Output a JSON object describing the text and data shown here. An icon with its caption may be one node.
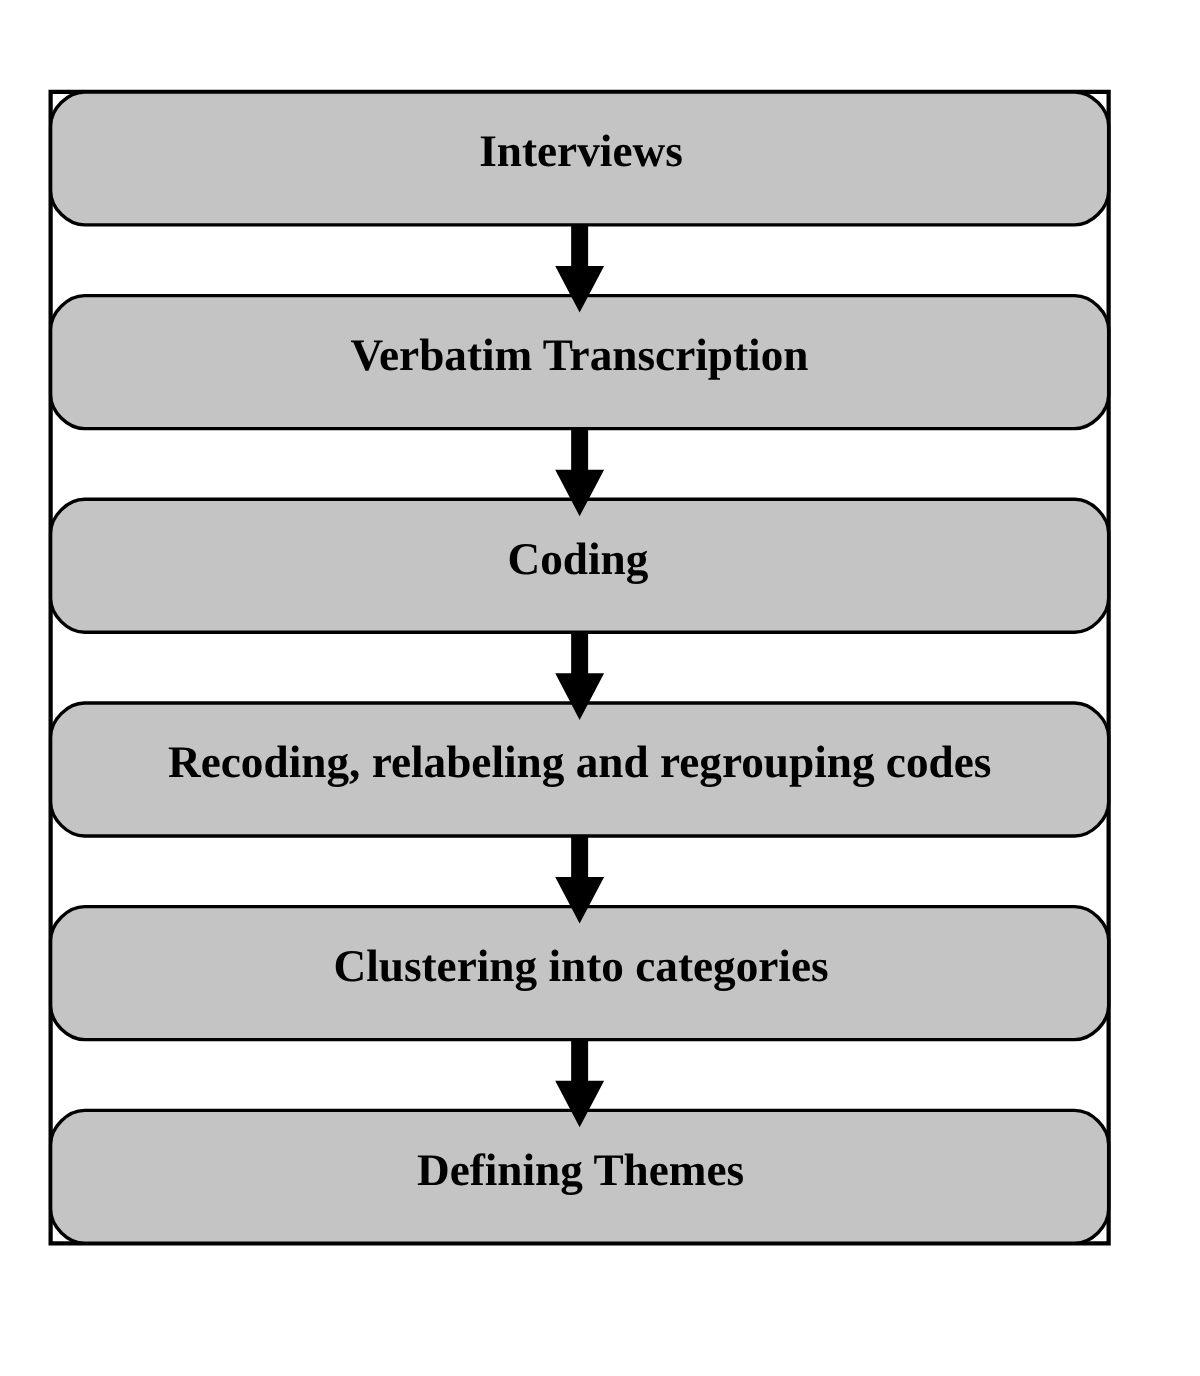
{
  "diagram": {
    "nodes": [
      {
        "text": [],
        "shape": "box"
      },
      {
        "text": [
          "Interviews"
        ],
        "in": 0
      },
      {
        "text": [
          "Verbatim Transcription"
        ],
        "in": 0
      },
      {
        "text": [
          "Coding"
        ],
        "in": 0
      },
      {
        "text": [
          "Recoding, relabeling and regrouping codes"
        ],
        "in": 0
      },
      {
        "text": [
          "Clustering into categories"
        ],
        "in": 0
      },
      {
        "text": [
          "Defining Themes"
        ],
        "in": 0
      }
    ],
    "edges": [
      {
        "from": 1,
        "to": 2,
        "arrow": "to"
      },
      {
        "from": 2,
        "to": 3,
        "arrow": "to"
      },
      {
        "from": 3,
        "to": 4,
        "arrow": "to"
      },
      {
        "from": 4,
        "to": 5,
        "arrow": "to"
      },
      {
        "from": 5,
        "to": 6,
        "arrow": "to"
      }
    ]
  }
}
